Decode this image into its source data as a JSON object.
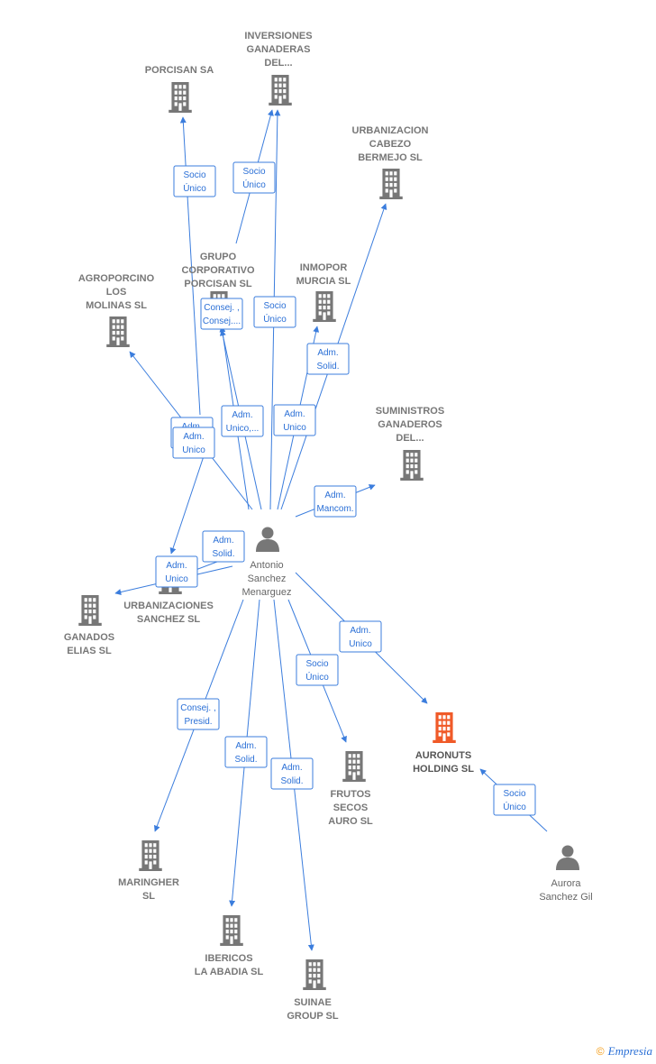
{
  "colors": {
    "edge": "#3b7ddd",
    "company": "#777777",
    "highlight": "#f05a28",
    "person": "#777777"
  },
  "nodes": [
    {
      "id": "porcisan",
      "type": "company",
      "lines": [
        "PORCISAN SA"
      ]
    },
    {
      "id": "inversiones",
      "type": "company",
      "lines": [
        "INVERSIONES",
        "GANADERAS",
        "DEL..."
      ]
    },
    {
      "id": "urbanizacion_cabezo",
      "type": "company",
      "lines": [
        "URBANIZACION",
        "CABEZO",
        "BERMEJO  SL"
      ]
    },
    {
      "id": "grupo",
      "type": "company",
      "lines": [
        "GRUPO",
        "CORPORATIVO",
        "PORCISAN  SL"
      ]
    },
    {
      "id": "agroporcino",
      "type": "company",
      "lines": [
        "AGROPORCINO",
        "LOS",
        "MOLINAS  SL"
      ]
    },
    {
      "id": "inmopor",
      "type": "company",
      "lines": [
        "INMOPOR",
        "MURCIA  SL"
      ]
    },
    {
      "id": "suministros",
      "type": "company",
      "lines": [
        "SUMINISTROS",
        "GANADEROS",
        "DEL..."
      ]
    },
    {
      "id": "urbanizaciones_sanchez",
      "type": "company",
      "lines": [
        "URBANIZACIONES",
        "SANCHEZ  SL"
      ]
    },
    {
      "id": "ganados",
      "type": "company",
      "lines": [
        "GANADOS",
        "ELIAS  SL"
      ]
    },
    {
      "id": "antonio",
      "type": "person",
      "lines": [
        "Antonio",
        "Sanchez",
        "Menarguez"
      ]
    },
    {
      "id": "auronuts",
      "type": "main",
      "lines": [
        "AURONUTS",
        "HOLDING  SL"
      ]
    },
    {
      "id": "frutos",
      "type": "company",
      "lines": [
        "FRUTOS",
        "SECOS",
        "AURO SL"
      ]
    },
    {
      "id": "maringher",
      "type": "company",
      "lines": [
        "MARINGHER",
        "SL"
      ]
    },
    {
      "id": "ibericos",
      "type": "company",
      "lines": [
        "IBERICOS",
        "LA ABADIA  SL"
      ]
    },
    {
      "id": "suinae",
      "type": "company",
      "lines": [
        "SUINAE",
        "GROUP  SL"
      ]
    },
    {
      "id": "aurora",
      "type": "person",
      "lines": [
        "Aurora",
        "Sanchez Gil"
      ]
    }
  ],
  "edges": [
    {
      "label": [
        "Socio",
        "Único"
      ]
    },
    {
      "label": [
        "Socio",
        "Único"
      ]
    },
    {
      "label": [
        "Consej. ,",
        "Consej...."
      ]
    },
    {
      "label": [
        "Socio",
        "Único"
      ]
    },
    {
      "label": [
        "Adm.",
        "Solid."
      ]
    },
    {
      "label": [
        "Adm.",
        "Unico"
      ]
    },
    {
      "label": [
        "Adm.",
        "Unico,..."
      ]
    },
    {
      "label": [
        "Adm.",
        "Unico"
      ]
    },
    {
      "label": [
        "Adm.",
        "Mancom."
      ]
    },
    {
      "label": [
        "Adm.",
        "Solid."
      ]
    },
    {
      "label": [
        "Adm.",
        "Unico"
      ]
    },
    {
      "label": [
        "Adm.",
        "Unico"
      ]
    },
    {
      "label": [
        "Adm.",
        "Unico"
      ]
    },
    {
      "label": [
        "Consej. ,",
        "Presid."
      ]
    },
    {
      "label": [
        "Adm.",
        "Solid."
      ]
    },
    {
      "label": [
        "Adm.",
        "Solid."
      ]
    },
    {
      "label": [
        "Socio",
        "Único"
      ]
    },
    {
      "label": [
        "Socio",
        "Único"
      ]
    }
  ],
  "footer": {
    "copyright": "©",
    "brand": "Empresia"
  }
}
